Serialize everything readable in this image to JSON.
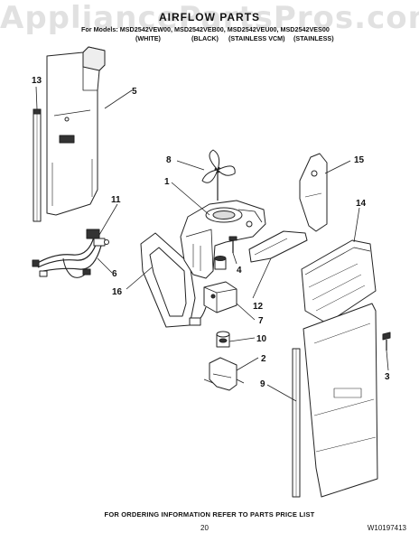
{
  "watermark": "AppliancePartsPros.com",
  "header": {
    "title": "AIRFLOW PARTS",
    "models_line": "For Models: MSD2542VEW00, MSD2542VEB00, MSD2542VEU00, MSD2542VES00",
    "finishes": [
      "(WHITE)",
      "(BLACK)",
      "(STAINLESS VCM)",
      "(STAINLESS)"
    ]
  },
  "callouts": [
    "1",
    "2",
    "3",
    "4",
    "5",
    "6",
    "7",
    "8",
    "9",
    "10",
    "11",
    "12",
    "13",
    "14",
    "15",
    "16"
  ],
  "footer": {
    "note": "FOR ORDERING INFORMATION REFER TO PARTS PRICE LIST",
    "page_number": "20",
    "doc_number": "W10197413"
  }
}
